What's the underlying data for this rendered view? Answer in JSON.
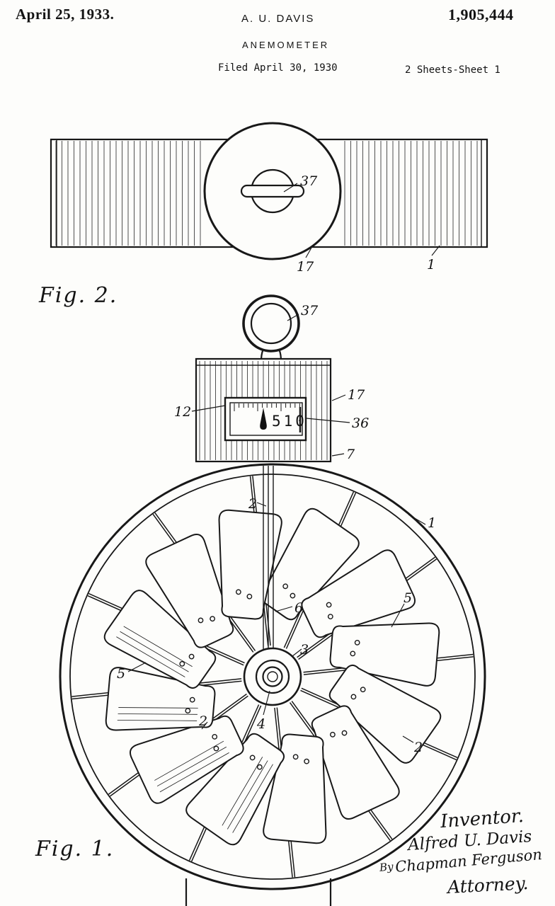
{
  "header": {
    "date": "April 25, 1933.",
    "inventor": "A. U. DAVIS",
    "patent_number": "1,905,444",
    "title": "ANEMOMETER",
    "filed_line": "Filed April 30, 1930",
    "sheet_line": "2 Sheets-Sheet 1"
  },
  "fig2": {
    "caption": "Fig. 2.",
    "refs": {
      "handle": "37",
      "drum": "17",
      "band": "1"
    }
  },
  "fig1": {
    "caption": "Fig. 1.",
    "dial_value": "510",
    "refs": {
      "ring": "37",
      "housing_top": "17",
      "window": "12",
      "dial": "36",
      "housing_bottom": "7",
      "support_top": "2",
      "rim": "1",
      "rod": "6",
      "blade_right": "5",
      "hub": "3",
      "blade_left": "5",
      "shaft": "4",
      "spoke_left": "2",
      "spoke_right": "2"
    }
  },
  "signature": {
    "inventor_label": "Inventor.",
    "inventor_name": "Alfred U. Davis",
    "by_label": "By",
    "attorney_name": "Chapman Ferguson",
    "attorney_label": "Attorney."
  }
}
